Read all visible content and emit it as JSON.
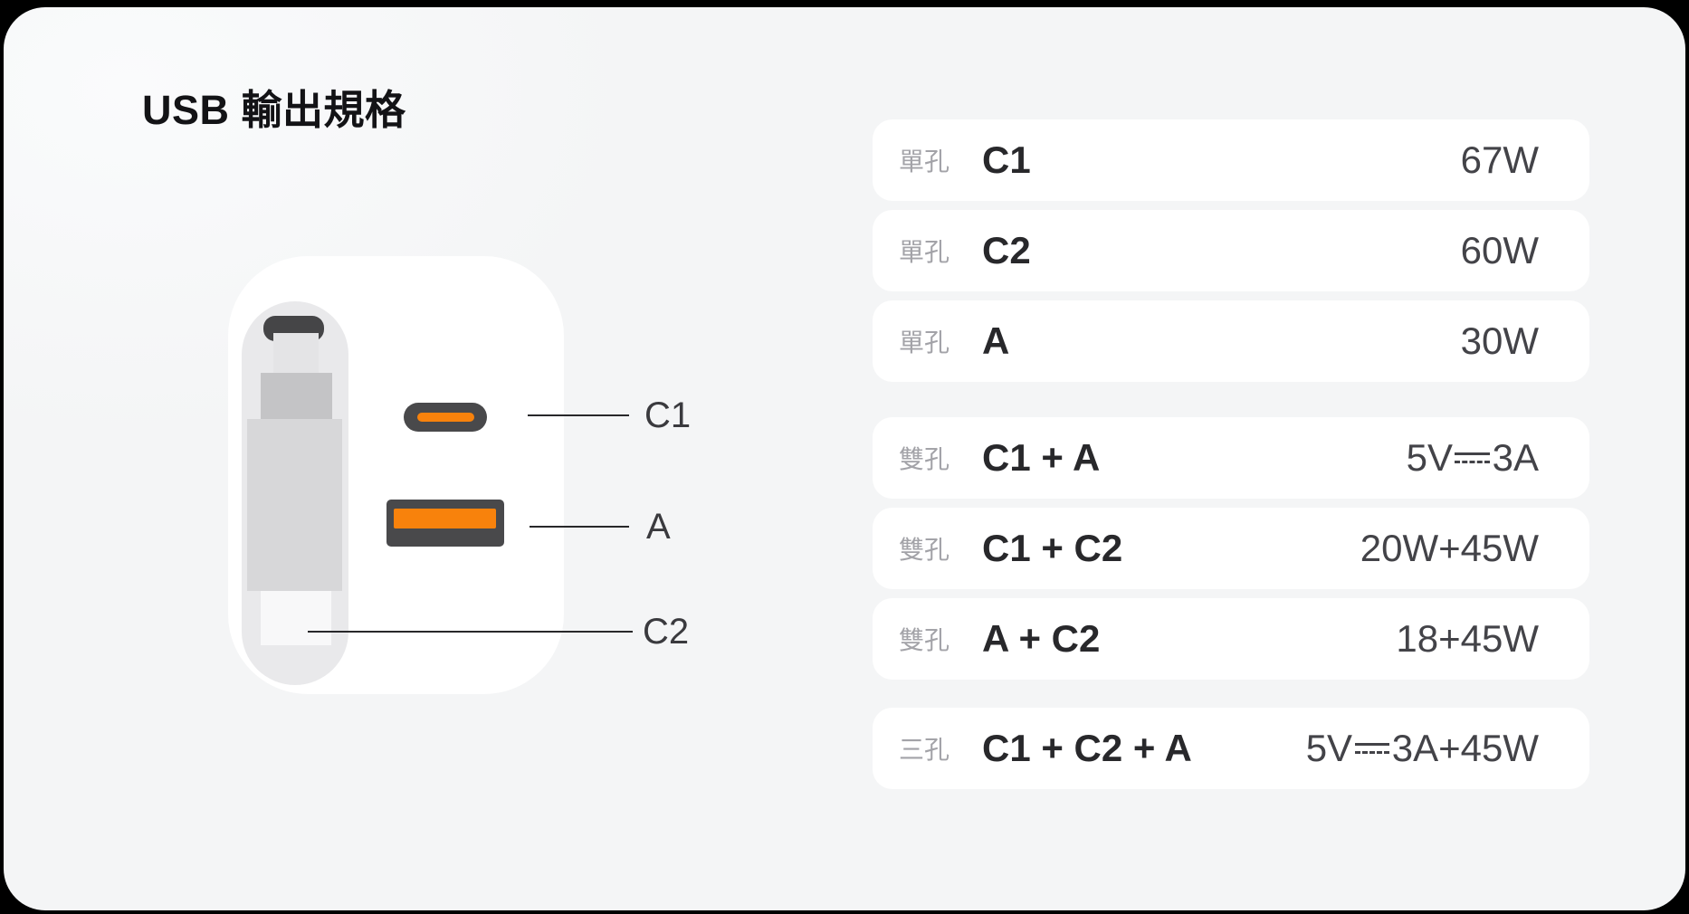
{
  "title": "USB 輸出規格",
  "theme": {
    "page_behind": "#000000",
    "panel_bg": "#F4F5F6",
    "row_bg": "#FFFFFF",
    "device_bg": "#FFFFFF",
    "port_dark": "#49494B",
    "accent_orange": "#F8820C",
    "type_label_gray": "#A3A3A8",
    "text_dark": "#28282B"
  },
  "diagram": {
    "callouts": [
      {
        "label": "C1"
      },
      {
        "label": "A"
      },
      {
        "label": "C2"
      }
    ]
  },
  "spec_groups": [
    {
      "rows": [
        {
          "type": "單孔",
          "ports": "C1",
          "output": "67W"
        },
        {
          "type": "單孔",
          "ports": "C2",
          "output": "60W"
        },
        {
          "type": "單孔",
          "ports": "A",
          "output": "30W"
        }
      ]
    },
    {
      "rows": [
        {
          "type": "雙孔",
          "ports": "C1 + A",
          "output": "5V⎓3A"
        },
        {
          "type": "雙孔",
          "ports": "C1 + C2",
          "output": "20W+45W"
        },
        {
          "type": "雙孔",
          "ports": "A + C2",
          "output": "18+45W"
        }
      ]
    },
    {
      "rows": [
        {
          "type": "三孔",
          "ports": "C1 + C2 + A",
          "output": "5V⎓3A+45W"
        }
      ]
    }
  ]
}
